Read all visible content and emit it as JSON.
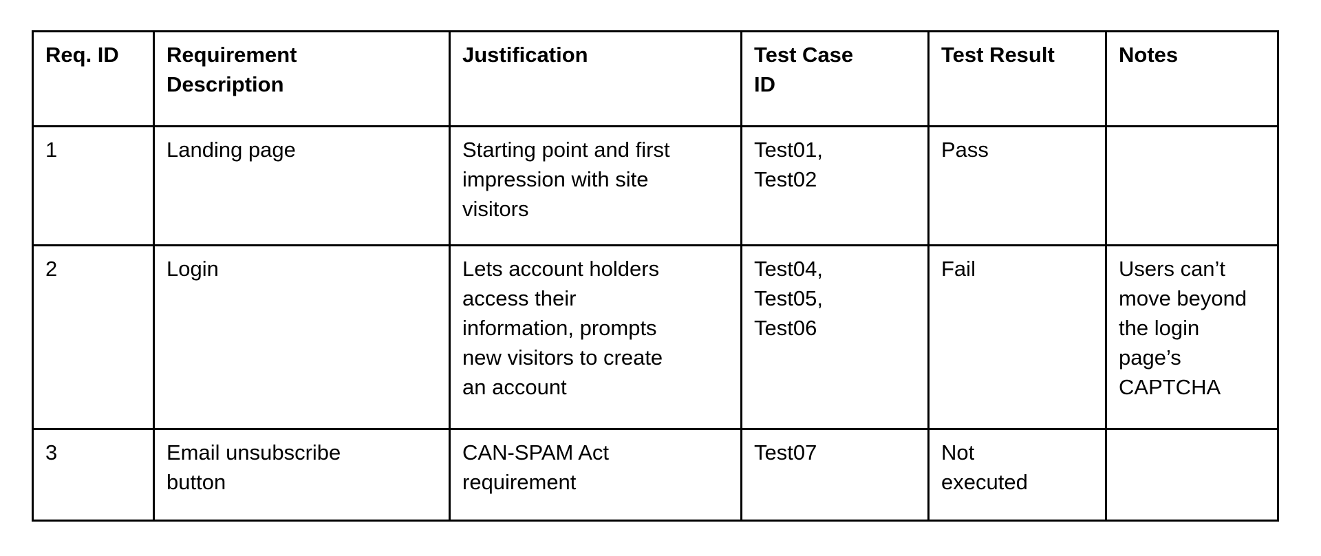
{
  "table": {
    "headers": {
      "req_id": "Req. ID",
      "description": "Requirement\nDescription",
      "justification": "Justification",
      "test_cases": "Test Case\nID",
      "result": "Test Result",
      "notes": "Notes"
    },
    "rows": [
      {
        "req_id": "1",
        "description": "Landing page",
        "justification": "Starting point and first\nimpression with site\nvisitors",
        "test_cases": "Test01,\nTest02",
        "result": "Pass",
        "notes": ""
      },
      {
        "req_id": "2",
        "description": "Login",
        "justification": "Lets account holders\naccess their\ninformation, prompts\nnew visitors to create\nan account",
        "test_cases": "Test04,\nTest05,\nTest06",
        "result": "Fail",
        "notes": "Users can’t\nmove beyond\nthe login\npage’s\nCAPTCHA"
      },
      {
        "req_id": "3",
        "description": "Email unsubscribe\nbutton",
        "justification": "CAN-SPAM Act\nrequirement",
        "test_cases": "Test07",
        "result": "Not\nexecuted",
        "notes": ""
      }
    ],
    "colors": {
      "border": "#000000",
      "text": "#000000",
      "background": "#ffffff"
    }
  }
}
